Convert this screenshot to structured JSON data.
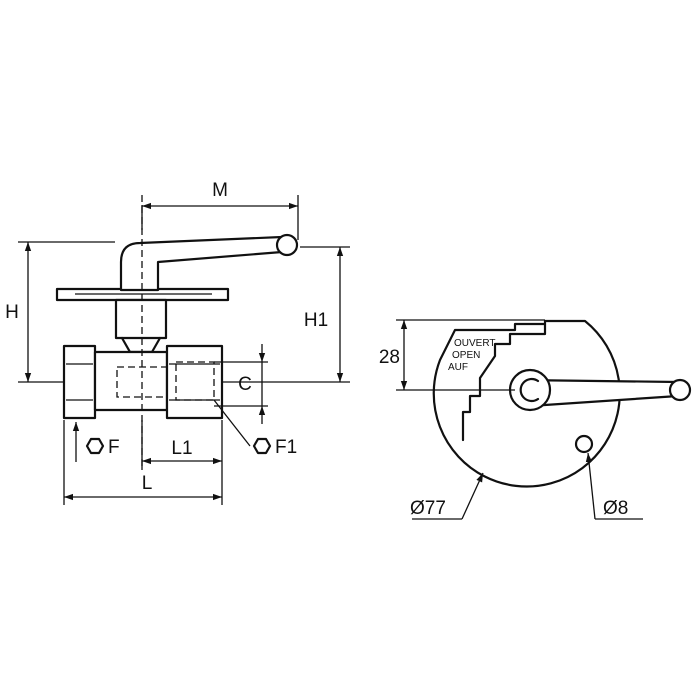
{
  "side_view": {
    "dim_M": "M",
    "dim_H": "H",
    "dim_H1": "H1",
    "dim_C": "C",
    "dim_F": "F",
    "dim_L1": "L1",
    "dim_F1": "F1",
    "dim_L": "L"
  },
  "top_view": {
    "dim_28": "28",
    "position_labels": [
      "OUVERT",
      "OPEN",
      "AUF"
    ],
    "dim_plate_diameter": "Ø77",
    "dim_hole_diameter": "Ø8"
  },
  "colors": {
    "ink": "#111111",
    "paper": "#ffffff"
  }
}
